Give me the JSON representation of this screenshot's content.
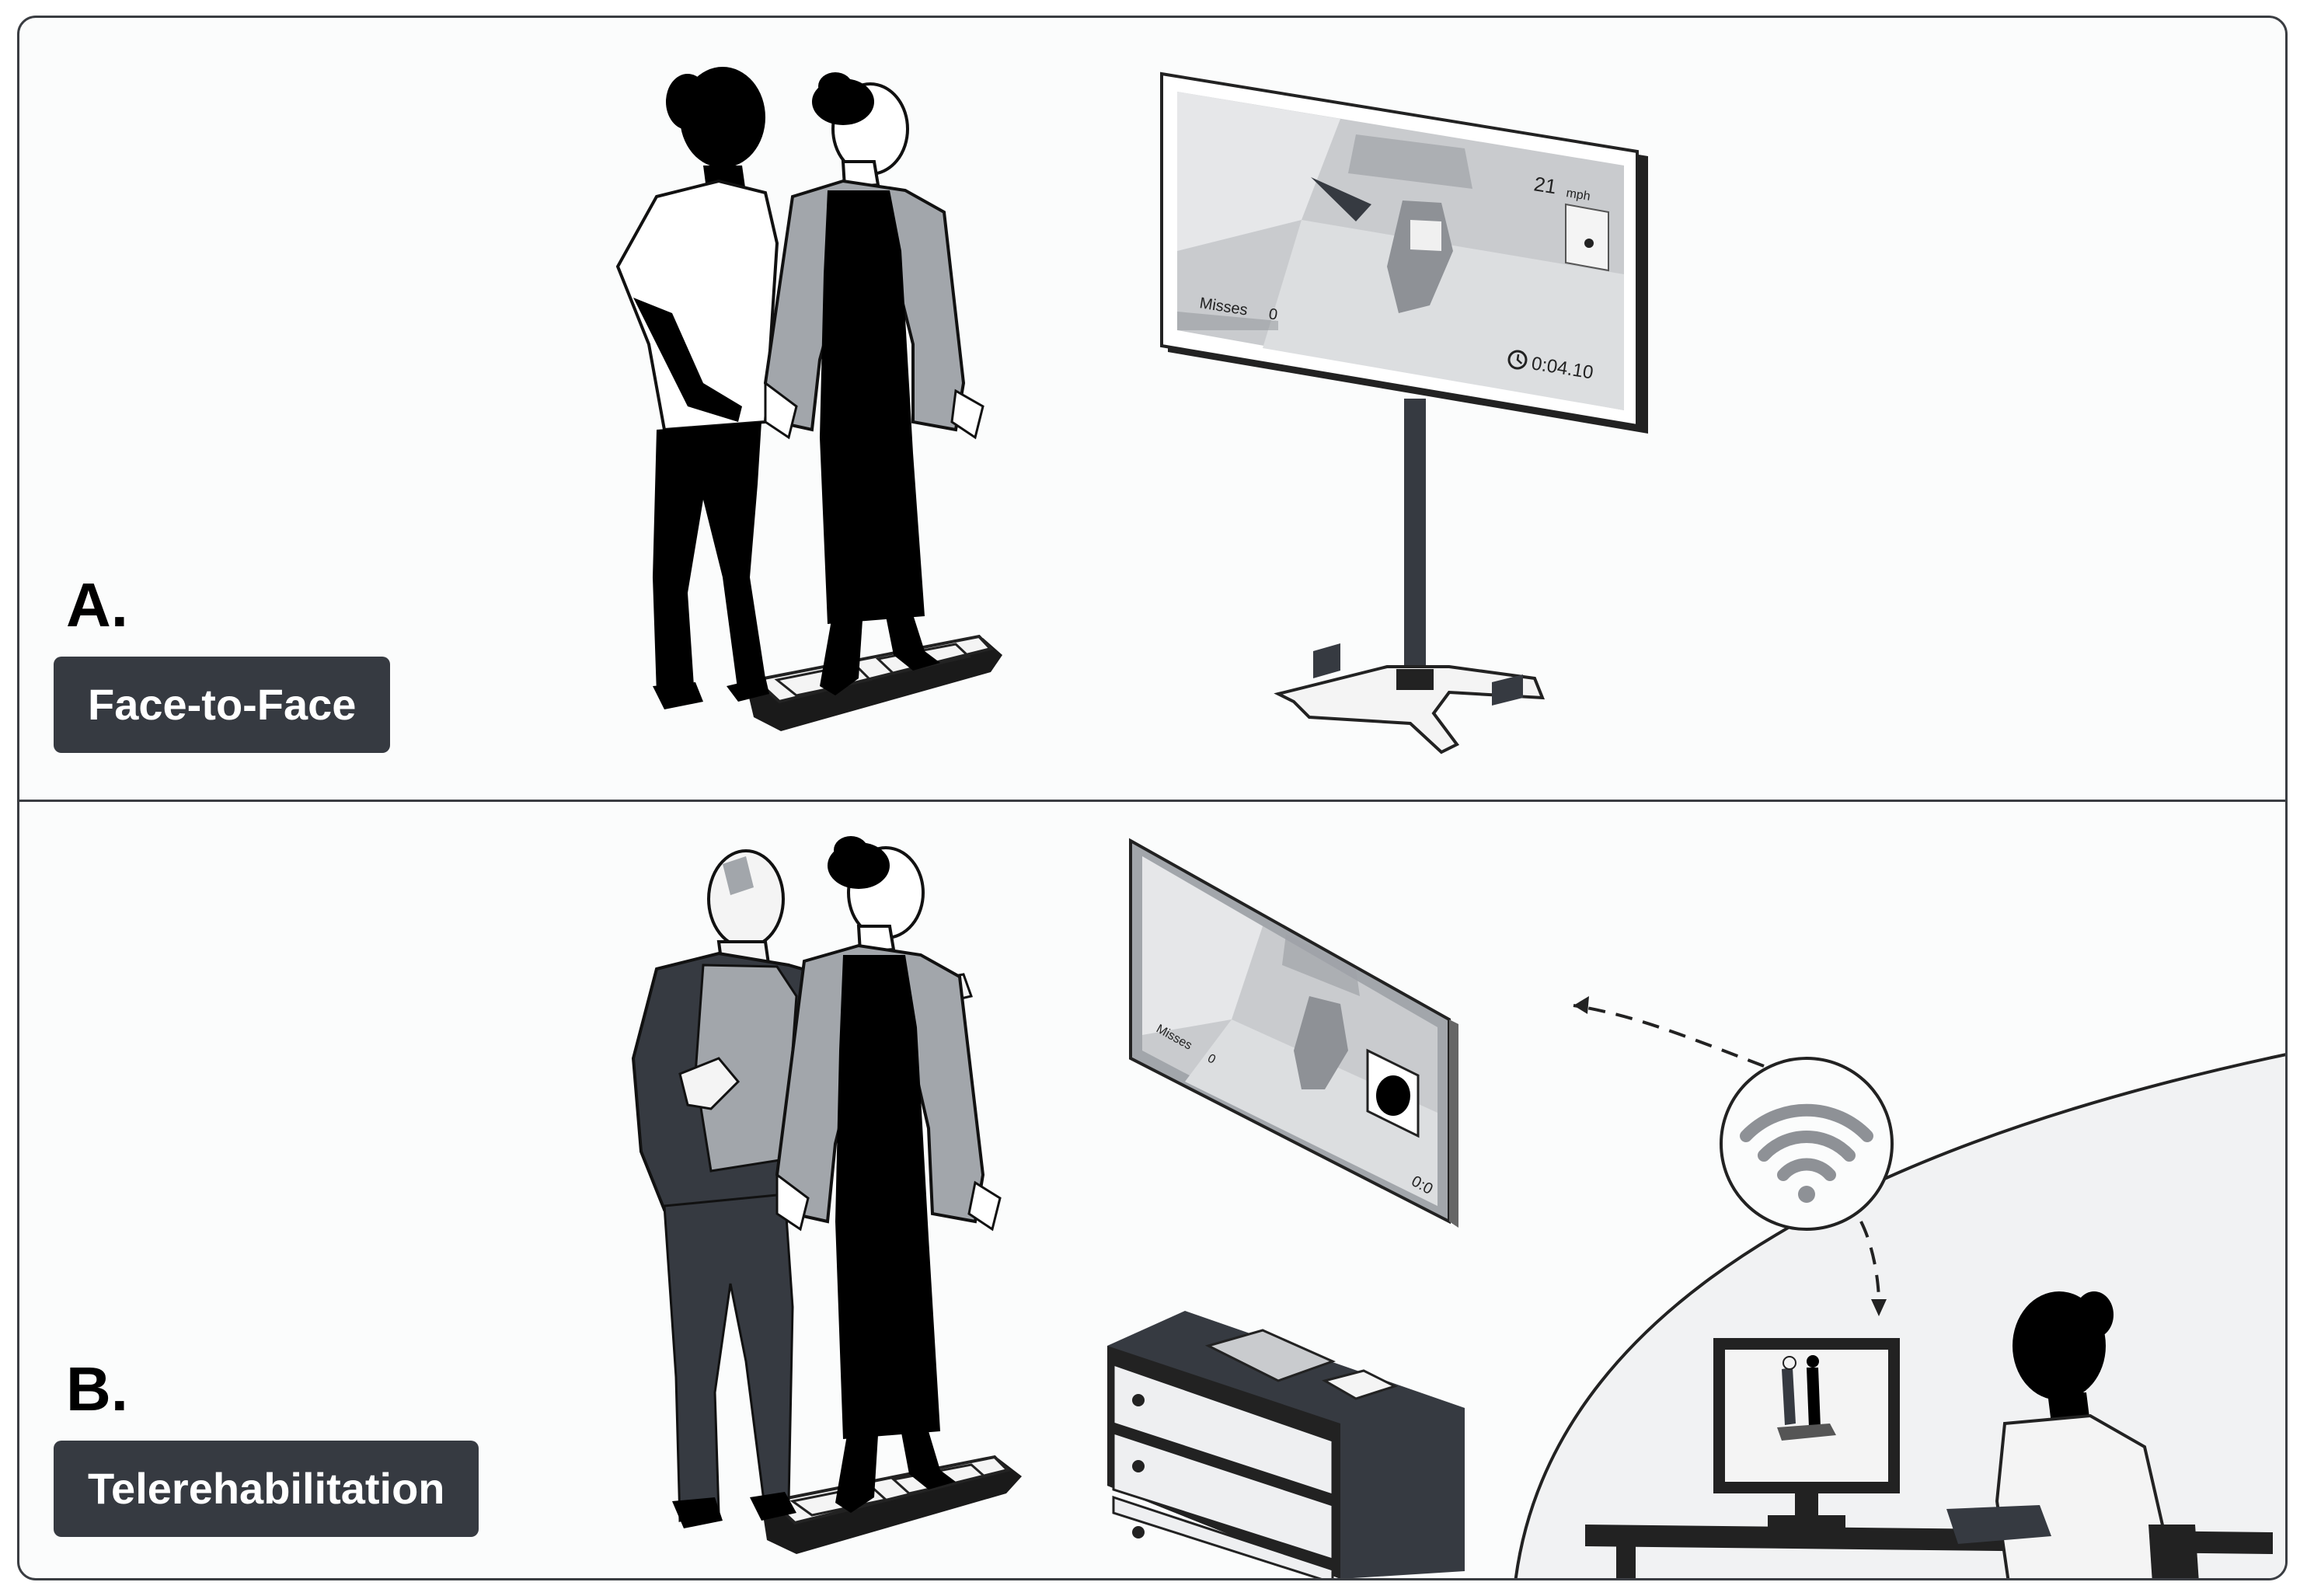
{
  "panels": [
    {
      "letter": "A.",
      "label": "Face-to-Face",
      "screen": {
        "speed": "21",
        "speed_unit": "mph",
        "misses_label": "Misses",
        "misses_value": "0",
        "timer": "0:04.10"
      }
    },
    {
      "letter": "B.",
      "label": "Telerehabilitation",
      "screen": {
        "misses_label": "Misses",
        "misses_value": "0",
        "timer_partial": "0:0"
      }
    }
  ],
  "colors": {
    "dark": "#363a41",
    "mid": "#a2a6ab",
    "light": "#eeeff1",
    "black": "#000000"
  },
  "icons": [
    "wifi-icon",
    "clock-icon",
    "arrow-icon"
  ]
}
